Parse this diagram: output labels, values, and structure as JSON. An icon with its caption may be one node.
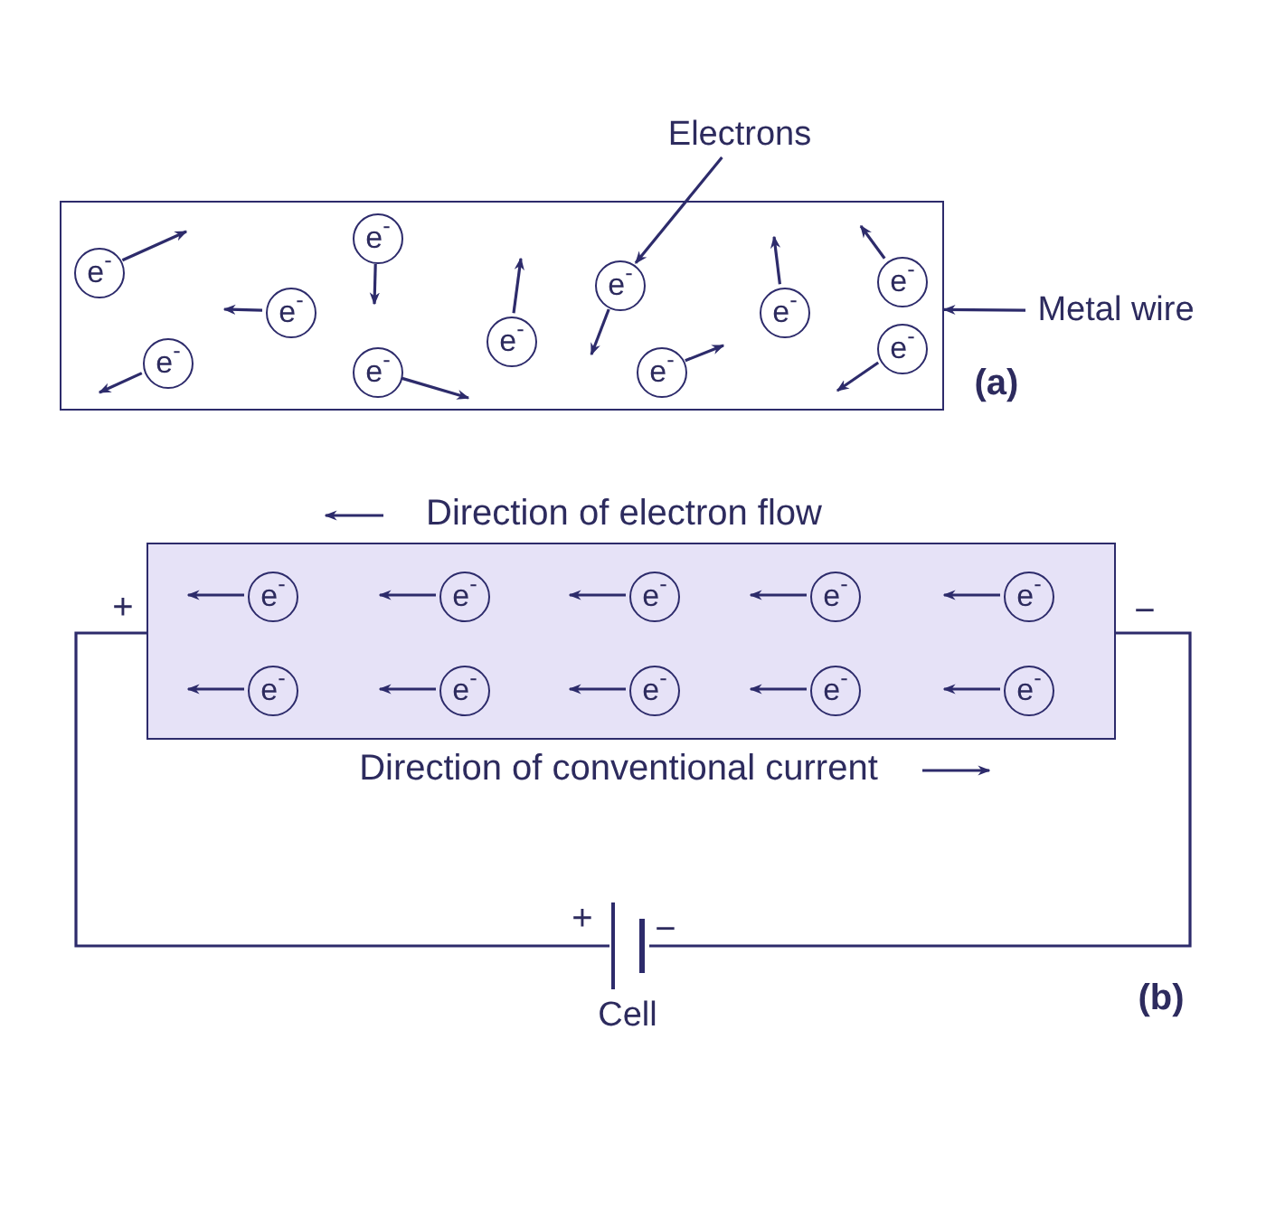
{
  "diagram": {
    "nodes": [
      {
        "text": [],
        "shape": "box"
      },
      {
        "text": [
          "e$^{-}$"
        ],
        "in": 0
      },
      {
        "text": [
          "e$^{-}$"
        ],
        "in": 0
      },
      {
        "text": [
          "e$^{-}$"
        ],
        "in": 0
      },
      {
        "text": [
          "e$^{-}$"
        ],
        "in": 0
      },
      {
        "text": [
          "e$^{-}$"
        ],
        "in": 0
      },
      {
        "text": [
          "e$^{-}$"
        ],
        "in": 0
      },
      {
        "text": [
          "e$^{-}$"
        ],
        "in": 0
      },
      {
        "text": [
          "e$^{-}$"
        ],
        "in": 0
      },
      {
        "text": [
          "e$^{-}$"
        ],
        "in": 0
      },
      {
        "text": [
          "e$^{-}$"
        ],
        "in": 0
      },
      {
        "text": [
          "e$^{-}$"
        ],
        "in": 0
      },
      {
        "text": [
          "Electrons"
        ]
      },
      {
        "text": [
          "Metal wire"
        ]
      },
      {
        "text": [],
        "shape": "box"
      },
      {
        "text": [
          "e$^{-}$"
        ],
        "in": 14
      },
      {
        "text": [
          "e$^{-}$"
        ],
        "in": 14
      },
      {
        "text": [
          "e$^{-}$"
        ],
        "in": 14
      },
      {
        "text": [
          "e$^{-}$"
        ],
        "in": 14
      },
      {
        "text": [
          "e$^{-}$"
        ],
        "in": 14
      },
      {
        "text": [
          "e$^{-}$"
        ],
        "in": 14
      },
      {
        "text": [
          "e$^{-}$"
        ],
        "in": 14
      },
      {
        "text": [
          "e$^{-}$"
        ],
        "in": 14
      },
      {
        "text": [
          "e$^{-}$"
        ],
        "in": 14
      },
      {
        "text": [
          "e$^{-}$"
        ],
        "in": 14
      },
      {
        "text": [],
        "shape": "battery",
        "beside": [
          "Cell"
        ]
      }
    ],
    "edges": [
      {
        "from": 12,
        "to": 7,
        "arrow": "to"
      },
      {
        "from": 13,
        "to": 0,
        "arrow": "to"
      },
      {
        "from": 14,
        "to": 25,
        "arrow": "none"
      },
      {
        "from": 14,
        "to": 25,
        "arrow": "none"
      },
      {
        "from": 1,
        "to": null,
        "arrow": "to"
      },
      {
        "from": 2,
        "to": null,
        "arrow": "to"
      },
      {
        "from": 3,
        "to": null,
        "arrow": "to"
      },
      {
        "from": 4,
        "to": null,
        "arrow": "to"
      },
      {
        "from": 5,
        "to": null,
        "arrow": "to"
      },
      {
        "from": 6,
        "to": null,
        "arrow": "to"
      },
      {
        "from": 7,
        "to": null,
        "arrow": "to"
      },
      {
        "from": 8,
        "to": null,
        "arrow": "to"
      },
      {
        "from": 9,
        "to": null,
        "arrow": "to"
      },
      {
        "from": 10,
        "to": null,
        "arrow": "to"
      },
      {
        "from": 11,
        "to": null,
        "arrow": "to"
      },
      {
        "from": 15,
        "to": null,
        "arrow": "to"
      },
      {
        "from": 16,
        "to": null,
        "arrow": "to"
      },
      {
        "from": 17,
        "to": null,
        "arrow": "to"
      },
      {
        "from": 18,
        "to": null,
        "arrow": "to"
      },
      {
        "from": 19,
        "to": null,
        "arrow": "to"
      },
      {
        "from": 20,
        "to": null,
        "arrow": "to"
      },
      {
        "from": 21,
        "to": null,
        "arrow": "to"
      },
      {
        "from": 22,
        "to": null,
        "arrow": "to"
      },
      {
        "from": 23,
        "to": null,
        "arrow": "to"
      },
      {
        "from": 24,
        "to": null,
        "arrow": "to"
      }
    ],
    "labels": [
      "(a)",
      "Direction of electron flow",
      "+",
      "−",
      "Direction of conventional current",
      "+",
      "−",
      "(b)"
    ]
  }
}
